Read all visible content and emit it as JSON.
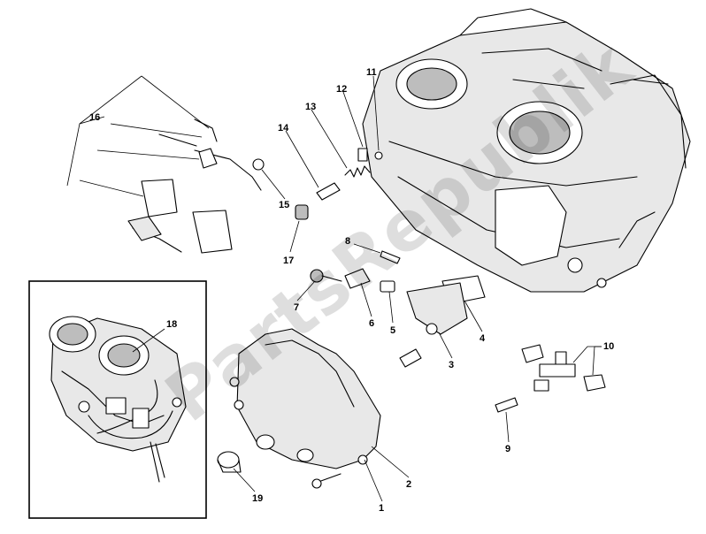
{
  "watermark": "PartsRepublik",
  "callouts": [
    {
      "id": "1",
      "label": "1"
    },
    {
      "id": "2",
      "label": "2"
    },
    {
      "id": "3",
      "label": "3"
    },
    {
      "id": "4",
      "label": "4"
    },
    {
      "id": "5",
      "label": "5"
    },
    {
      "id": "6",
      "label": "6"
    },
    {
      "id": "7",
      "label": "7"
    },
    {
      "id": "8",
      "label": "8"
    },
    {
      "id": "9",
      "label": "9"
    },
    {
      "id": "10",
      "label": "10"
    },
    {
      "id": "11",
      "label": "11"
    },
    {
      "id": "12",
      "label": "12"
    },
    {
      "id": "13",
      "label": "13"
    },
    {
      "id": "14",
      "label": "14"
    },
    {
      "id": "15",
      "label": "15"
    },
    {
      "id": "16",
      "label": "16"
    },
    {
      "id": "17",
      "label": "17"
    },
    {
      "id": "18",
      "label": "18"
    },
    {
      "id": "19",
      "label": "19"
    }
  ]
}
